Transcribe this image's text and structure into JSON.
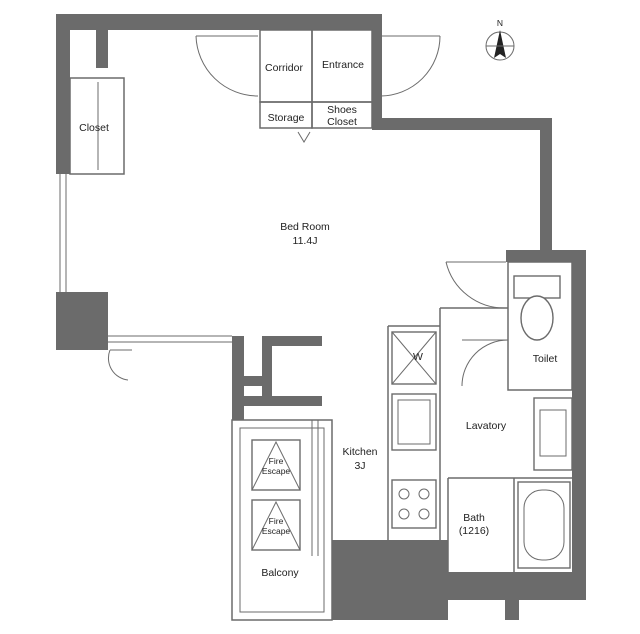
{
  "compass": {
    "label": "N"
  },
  "rooms": {
    "corridor": "Corridor",
    "entrance": "Entrance",
    "storage": "Storage",
    "shoes_closet": [
      "Shoes",
      "Closet"
    ],
    "closet": "Closet",
    "bedroom": [
      "Bed Room",
      "11.4J"
    ],
    "washer": "W",
    "toilet": "Toilet",
    "lavatory": "Lavatory",
    "kitchen": [
      "Kitchen",
      "3J"
    ],
    "bath": [
      "Bath",
      "(1216)"
    ],
    "fire_escape_1": [
      "Fire",
      "Escape"
    ],
    "fire_escape_2": [
      "Fire",
      "Escape"
    ],
    "balcony": "Balcony"
  }
}
